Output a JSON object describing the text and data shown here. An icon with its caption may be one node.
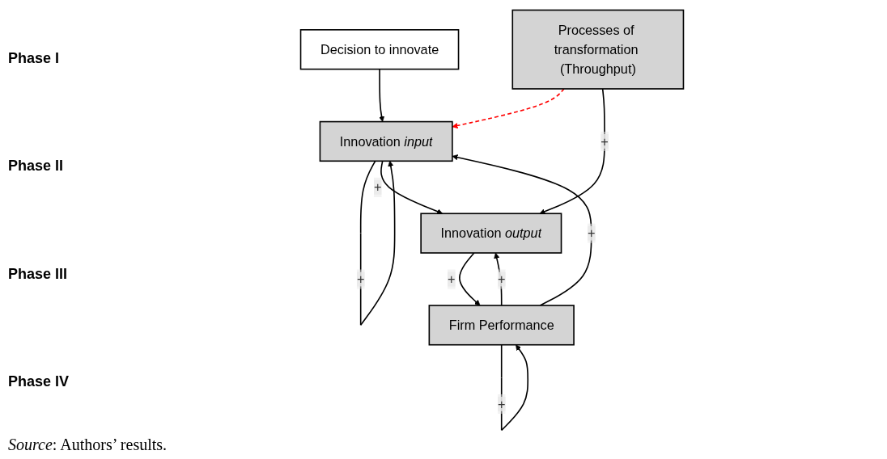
{
  "diagram": {
    "caption": "*Source*: Authors’ results.",
    "nodes": [
      {
        "text": [
          "Decision to innovate"
        ]
      },
      {
        "text": [
          "Innovation *input*"
        ]
      },
      {
        "text": [
          "Innovation *output*"
        ]
      },
      {
        "text": [
          "Firm Performance"
        ]
      },
      {
        "text": [
          "Processes of transformation (Throughput)"
        ]
      }
    ],
    "edges": [
      {
        "from": 0,
        "to": 1,
        "arrow": "to"
      },
      {
        "from": 1,
        "to": 1,
        "arrow": "to",
        "label": "+"
      },
      {
        "from": 1,
        "to": 2,
        "arrow": "to",
        "label": "+"
      },
      {
        "from": 4,
        "to": 1,
        "arrow": "to",
        "style": "dashed",
        "color": "#ff0000"
      },
      {
        "from": 4,
        "to": 2,
        "arrow": "to",
        "label": "+"
      },
      {
        "from": 3,
        "to": 1,
        "arrow": "to",
        "label": "+"
      },
      {
        "from": 3,
        "to": 2,
        "arrow": "to",
        "label": "+"
      },
      {
        "from": 2,
        "to": 3,
        "arrow": "to",
        "label": "+"
      },
      {
        "from": 3,
        "to": 3,
        "arrow": "to",
        "label": "+"
      }
    ],
    "labels": [
      "Phase I",
      "Phase II",
      "Phase III",
      "Phase IV"
    ]
  }
}
